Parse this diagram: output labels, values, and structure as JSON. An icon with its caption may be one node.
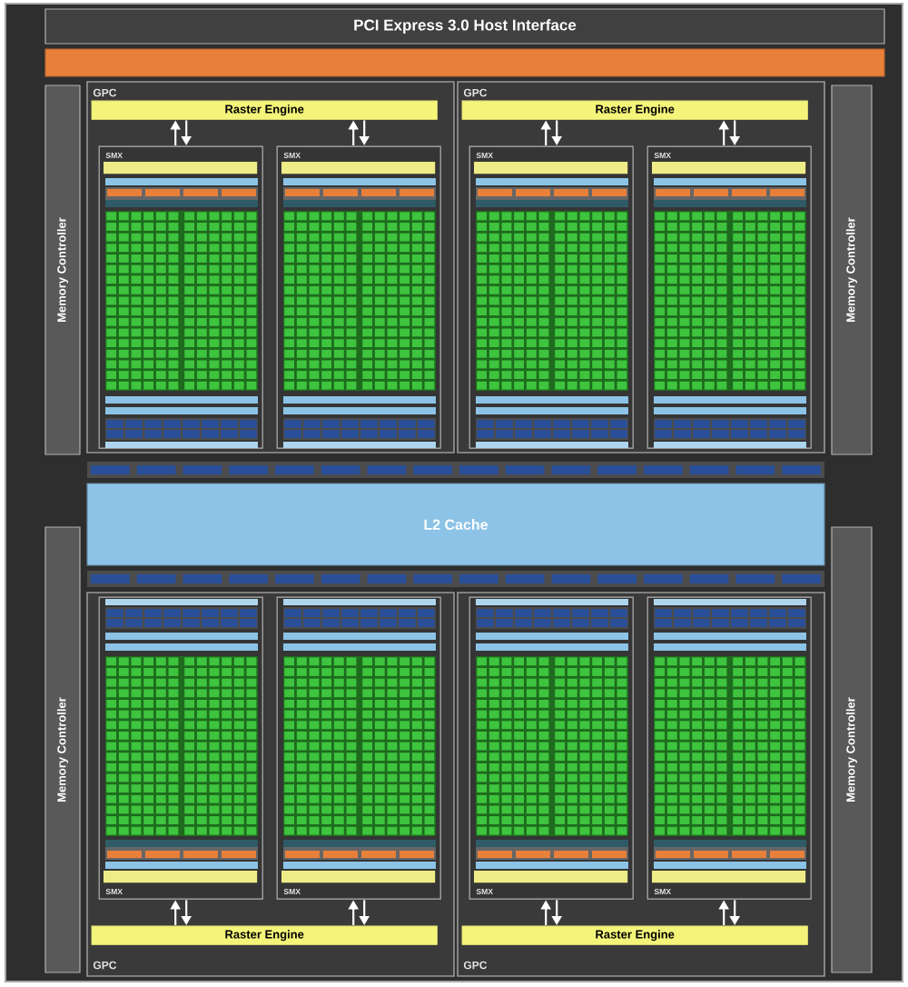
{
  "diagram": {
    "nodes": [
      {
        "text": [
          "PCI Express 3.0 Host Interface"
        ]
      },
      {
        "text": [],
        "shape": "bar"
      },
      {
        "text": [
          "Memory Controller"
        ]
      },
      {
        "text": [
          "GPC"
        ]
      },
      {
        "text": [
          "Raster Engine"
        ],
        "in": 3
      },
      {
        "text": [
          "SMX"
        ],
        "in": 3
      },
      {
        "text": [],
        "shape": "bar",
        "in": 5
      },
      {
        "text": [
          "SMX"
        ],
        "in": 3
      },
      {
        "text": [],
        "shape": "bar",
        "in": 7
      },
      {
        "text": [
          "GPC"
        ]
      },
      {
        "text": [
          "Raster Engine"
        ],
        "in": 9
      },
      {
        "text": [
          "SMX"
        ],
        "in": 9
      },
      {
        "text": [],
        "shape": "bar",
        "in": 11
      },
      {
        "text": [
          "SMX"
        ],
        "in": 9
      },
      {
        "text": [],
        "shape": "bar",
        "in": 13
      },
      {
        "text": [
          "Memory Controller"
        ]
      },
      {
        "text": [
          "L2 Cache"
        ]
      },
      {
        "text": [
          "Memory Controller"
        ]
      },
      {
        "text": [
          "GPC"
        ]
      },
      {
        "text": [
          "SMX"
        ],
        "in": 18
      },
      {
        "text": [],
        "shape": "bar",
        "in": 19
      },
      {
        "text": [
          "SMX"
        ],
        "in": 18
      },
      {
        "text": [],
        "shape": "bar",
        "in": 21
      },
      {
        "text": [
          "Raster Engine"
        ],
        "in": 18
      },
      {
        "text": [
          "GPC"
        ]
      },
      {
        "text": [
          "SMX"
        ],
        "in": 24
      },
      {
        "text": [],
        "shape": "bar",
        "in": 25
      },
      {
        "text": [
          "SMX"
        ],
        "in": 24
      },
      {
        "text": [],
        "shape": "bar",
        "in": 27
      },
      {
        "text": [
          "Raster Engine"
        ],
        "in": 24
      },
      {
        "text": [
          "Memory Controller"
        ]
      }
    ],
    "edges": [
      {
        "from": 5,
        "to": 4,
        "arrow": "to"
      },
      {
        "from": 4,
        "to": 5,
        "arrow": "to"
      },
      {
        "from": 7,
        "to": 4,
        "arrow": "to"
      },
      {
        "from": 4,
        "to": 7,
        "arrow": "to"
      },
      {
        "from": 11,
        "to": 10,
        "arrow": "to"
      },
      {
        "from": 10,
        "to": 11,
        "arrow": "to"
      },
      {
        "from": 13,
        "to": 10,
        "arrow": "to"
      },
      {
        "from": 10,
        "to": 13,
        "arrow": "to"
      },
      {
        "from": 19,
        "to": 23,
        "arrow": "to"
      },
      {
        "from": 23,
        "to": 19,
        "arrow": "to"
      },
      {
        "from": 21,
        "to": 23,
        "arrow": "to"
      },
      {
        "from": 23,
        "to": 21,
        "arrow": "to"
      },
      {
        "from": 25,
        "to": 29,
        "arrow": "to"
      },
      {
        "from": 29,
        "to": 25,
        "arrow": "to"
      },
      {
        "from": 27,
        "to": 29,
        "arrow": "to"
      },
      {
        "from": 29,
        "to": 27,
        "arrow": "to"
      }
    ]
  }
}
